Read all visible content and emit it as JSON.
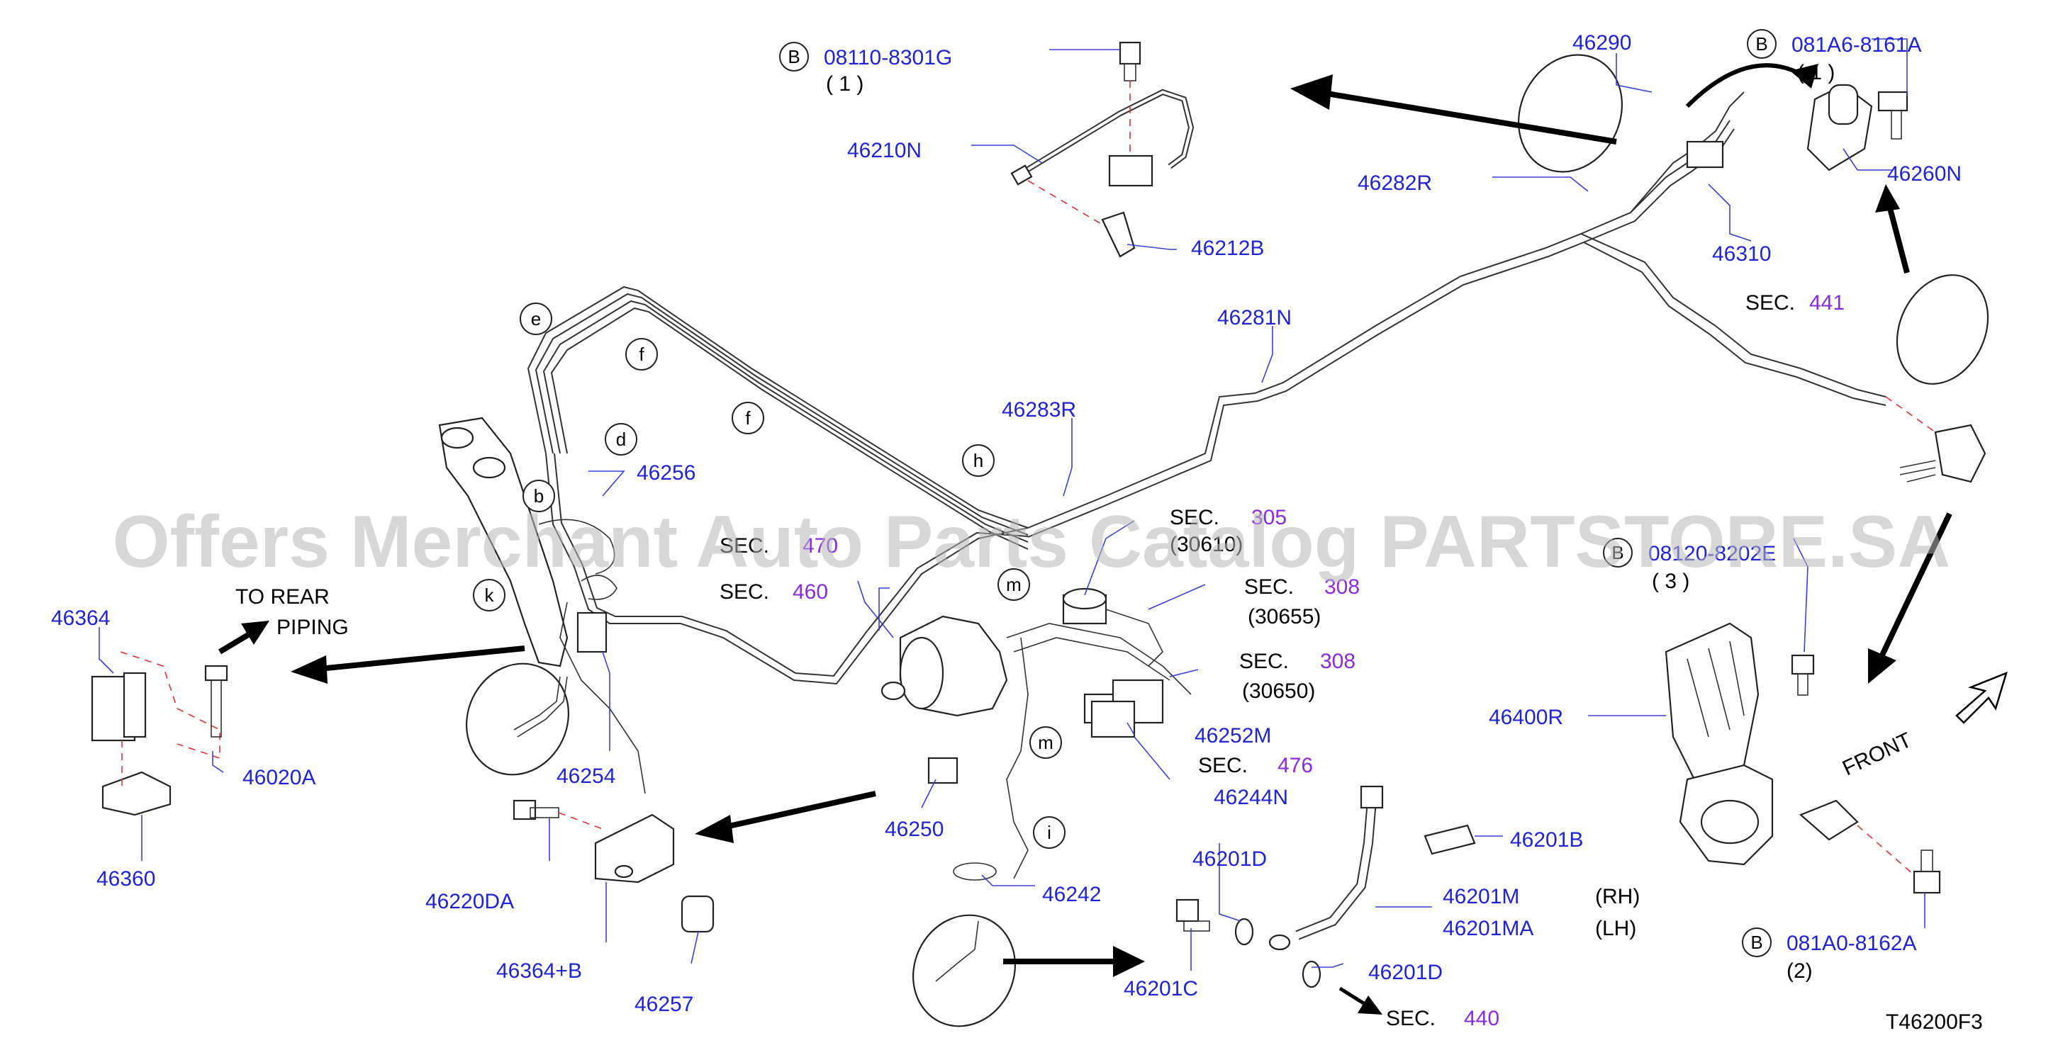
{
  "watermark": "Offers Merchant Auto Parts Catalog PARTSTORE.SA",
  "figure_id": "T46200F3",
  "labels": {
    "p46290": "46290",
    "p46210N": "46210N",
    "p46212B": "46212B",
    "p46282R": "46282R",
    "p46260N": "46260N",
    "p46310": "46310",
    "p46281N": "46281N",
    "p46283R": "46283R",
    "p46256": "46256",
    "p46364": "46364",
    "p46020A": "46020A",
    "p46360": "46360",
    "p46254": "46254",
    "p46252M": "46252M",
    "p46244N": "46244N",
    "p46250": "46250",
    "p46242": "46242",
    "p46220DA": "46220DA",
    "p46364B": "46364+B",
    "p46257": "46257",
    "p46201D_a": "46201D",
    "p46201D_b": "46201D",
    "p46201C": "46201C",
    "p46201M": "46201M",
    "p46201MA": "46201MA",
    "p46201B": "46201B",
    "p46400R": "46400R"
  },
  "bolts": {
    "b1": {
      "letter": "B",
      "code": "08110-8301G",
      "qty": "( 1 )"
    },
    "b2": {
      "letter": "B",
      "code": "081A6-8161A",
      "qty": "( 1 )"
    },
    "b3": {
      "letter": "B",
      "code": "08120-8202E",
      "qty": "( 3 )"
    },
    "b4": {
      "letter": "B",
      "code": "081A0-8162A",
      "qty": "(2)"
    }
  },
  "sections": {
    "s441": {
      "word": "SEC.",
      "num": "441"
    },
    "s305": {
      "word": "SEC.",
      "num": "305",
      "sub": "(30610)"
    },
    "s470": {
      "word": "SEC.",
      "num": "470"
    },
    "s460": {
      "word": "SEC.",
      "num": "460"
    },
    "s308a": {
      "word": "SEC.",
      "num": "308",
      "sub": "(30655)"
    },
    "s308b": {
      "word": "SEC.",
      "num": "308",
      "sub": "(30650)"
    },
    "s476": {
      "word": "SEC.",
      "num": "476"
    },
    "s440": {
      "word": "SEC.",
      "num": "440"
    }
  },
  "notes": {
    "to_rear_1": "TO  REAR",
    "to_rear_2": "PIPING",
    "front": "FRONT",
    "rh": "(RH)",
    "lh": "(LH)"
  },
  "clip_letters": {
    "e": "e",
    "f1": "f",
    "f2": "f",
    "d": "d",
    "b": "b",
    "k": "k",
    "h": "h",
    "m1": "m",
    "m2": "m",
    "i": "i"
  }
}
